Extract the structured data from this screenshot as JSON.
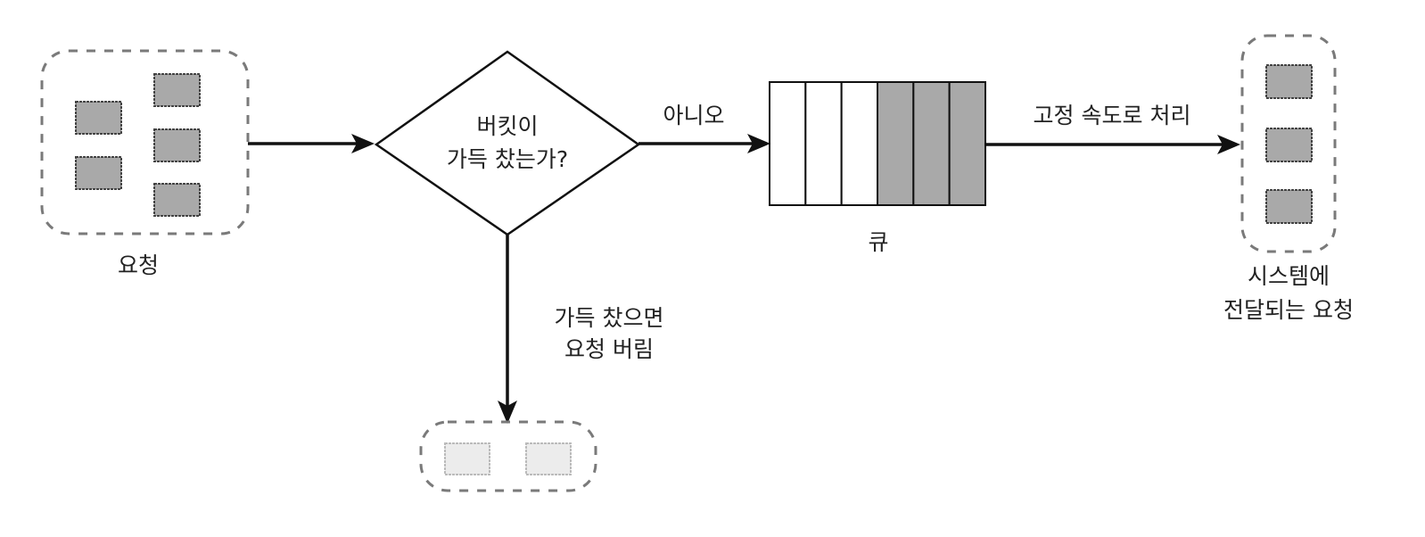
{
  "colors": {
    "line": "#111111",
    "dash": "#7a7a7a",
    "filled": "#a9a9a9",
    "dropped": "#ececec"
  },
  "labels": {
    "requests": "요청",
    "decision_line1": "버킷이",
    "decision_line2": "가득 찼는가?",
    "no": "아니오",
    "queue": "큐",
    "fixed_rate": "고정 속도로 처리",
    "delivered_line1": "시스템에",
    "delivered_line2": "전달되는 요청",
    "drop_line1": "가득 찼으면",
    "drop_line2": "요청 버림"
  },
  "queue": {
    "slots": 6,
    "filled": 3
  },
  "incoming_requests": 5,
  "delivered_requests": 3,
  "dropped_requests": 2
}
